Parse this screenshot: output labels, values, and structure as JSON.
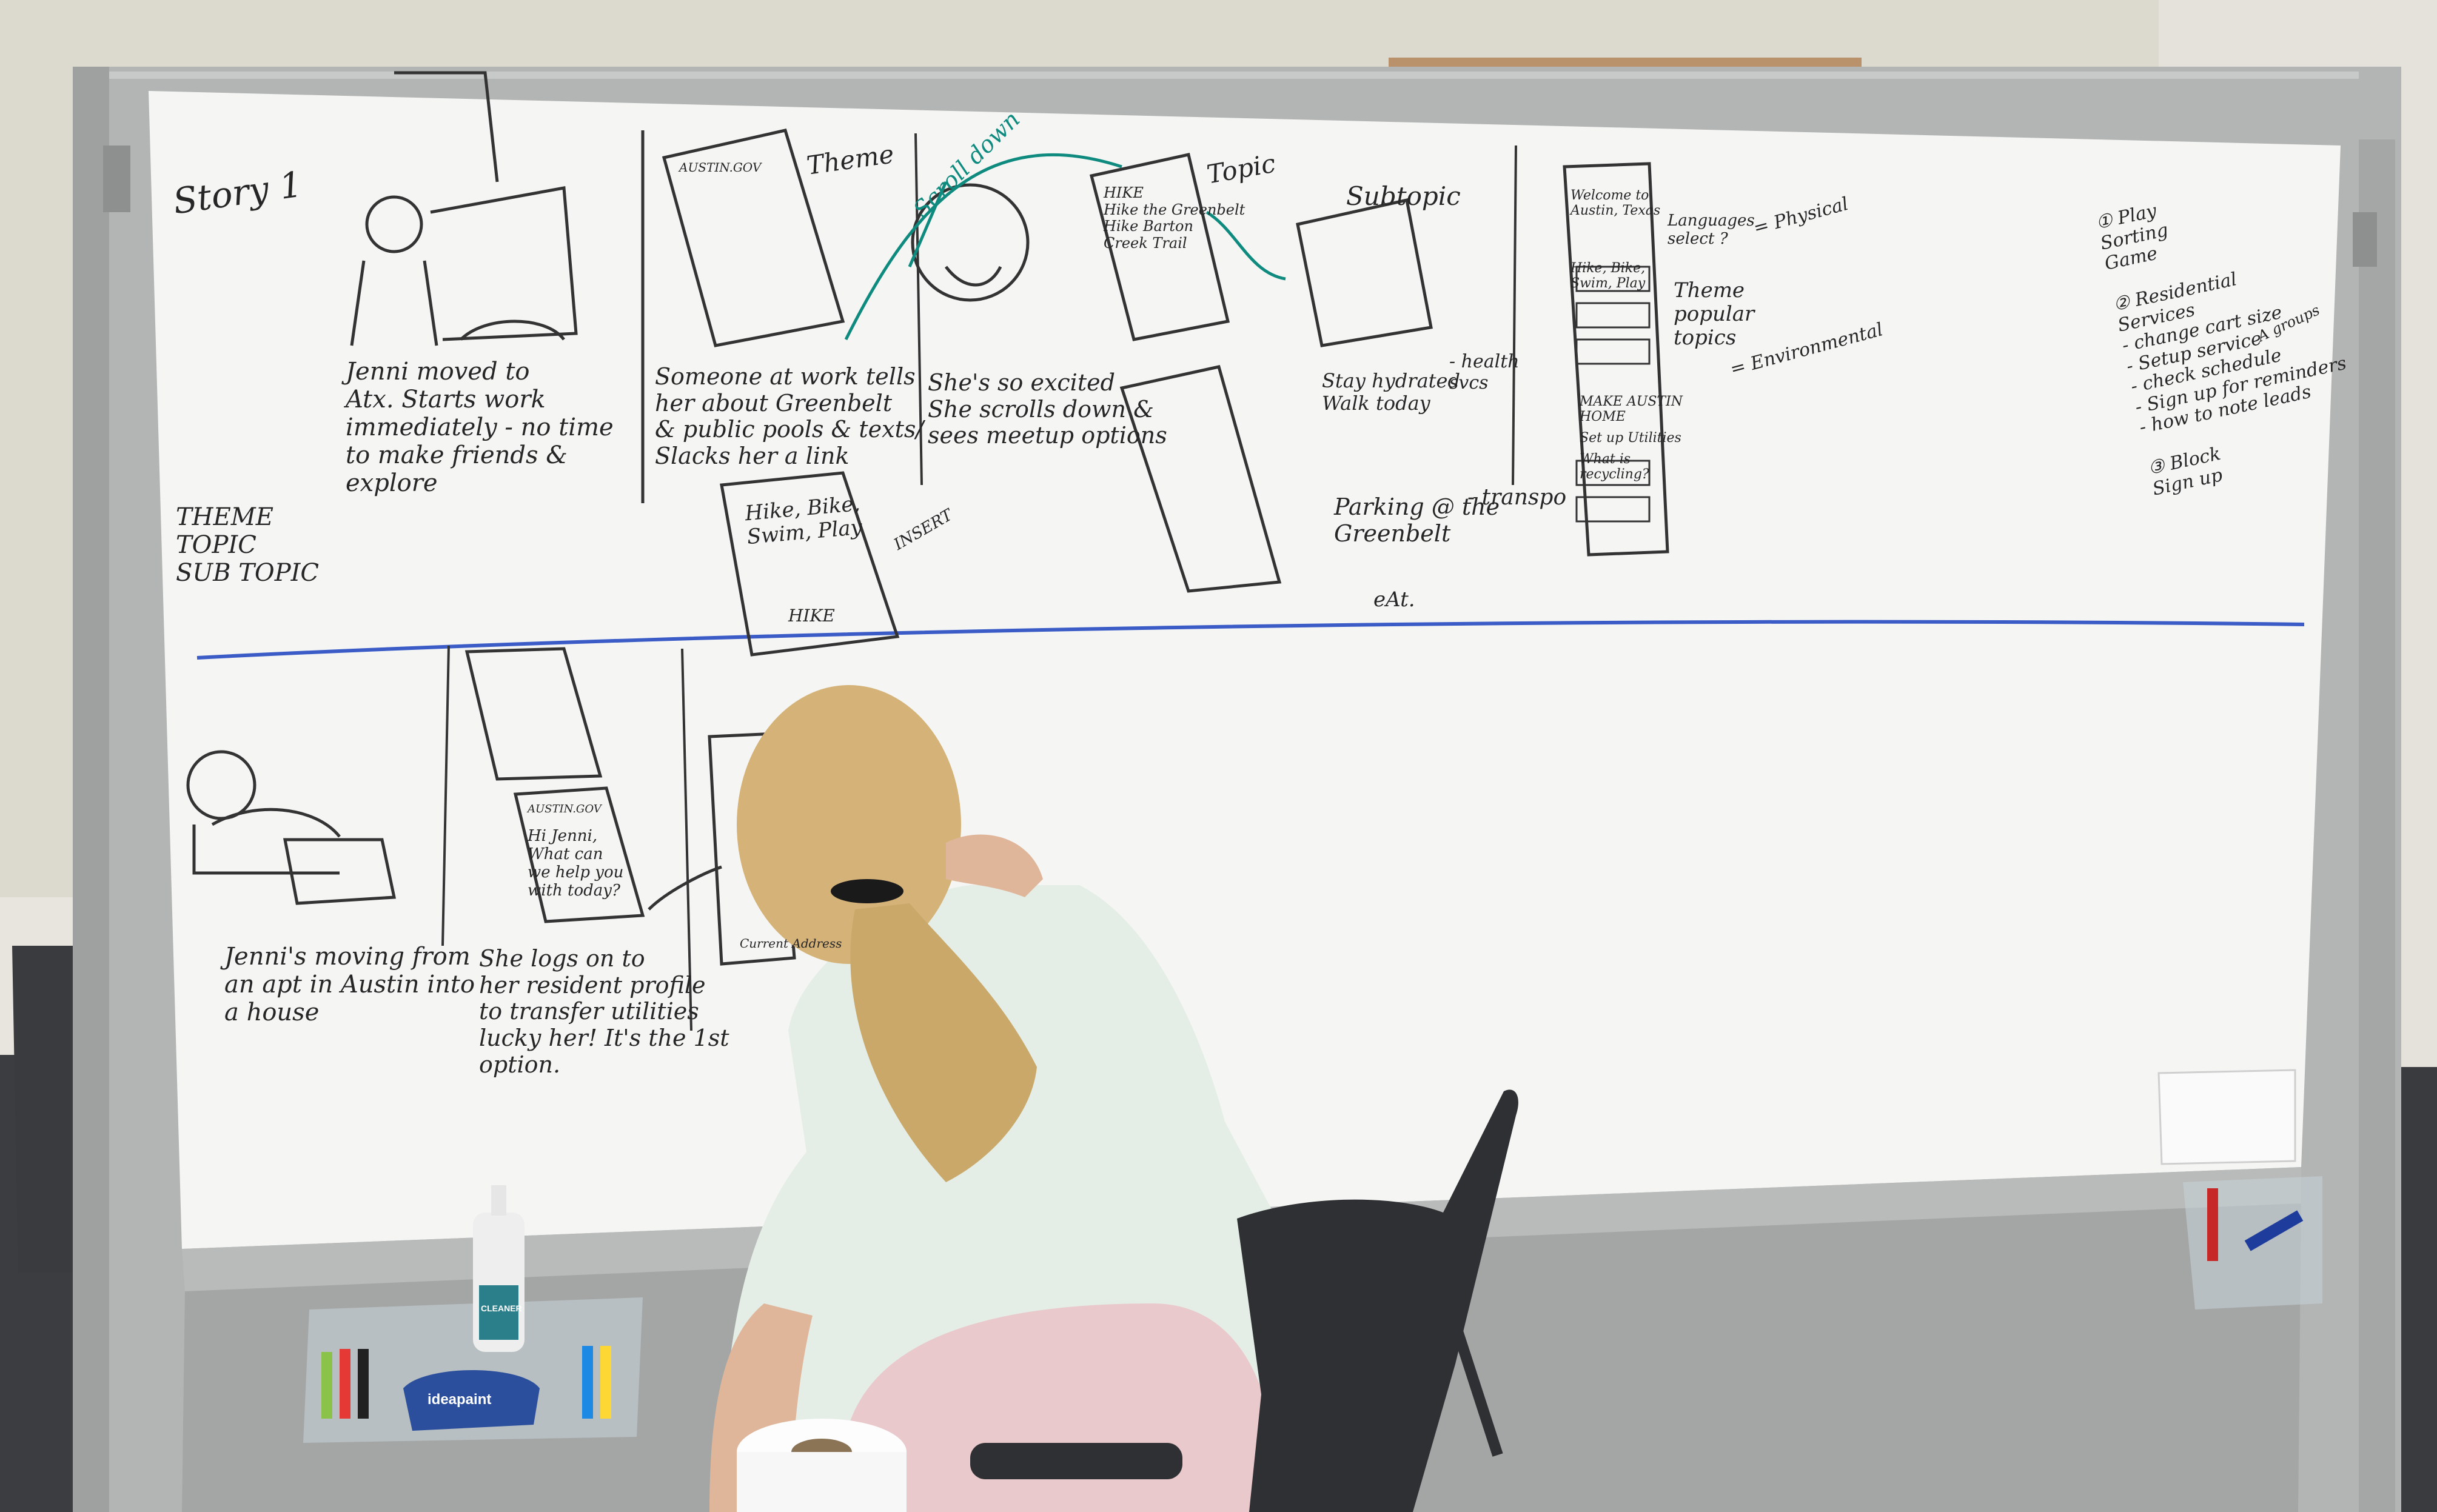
{
  "board_texts": {
    "story_title": "Story 1",
    "panel1_caption": "Jenni moved to\nAtx. Starts work\nimmediately - no time\nto make friends &\nexplore",
    "theme_label": "Theme",
    "scroll_down_label": "Scroll down",
    "topic_label": "Topic",
    "subtopic_label": "Subtopic",
    "panel2_caption": "Someone at work tells\nher about Greenbelt\n& public pools & texts/\nSlacks her a link",
    "panel3_caption": "She's so excited\nShe scrolls down &\nsees meetup options",
    "hike_card_text": "Hike, Bike,\nSwim, Play",
    "hike_footer": "HIKE",
    "insert_note": "INSERT",
    "phone_header": "AUSTIN.GOV",
    "phone_hike_list": "HIKE\nHike the Greenbelt\nHike Barton\nCreek Trail",
    "stay_hydrated": "Stay hydrated\nWalk today",
    "health_note": "- health\nsvcs",
    "parking_note": "Parking @ the\nGreenbelt",
    "transpo_note": "- transpo",
    "eat_note": "eAt.",
    "tall_welcome": "Welcome to\nAustin, Texas",
    "tall_hike": "Hike, Bike,\nSwim, Play",
    "tall_make_home": "MAKE AUSTIN\nHOME",
    "tall_setup": "Set up Utilities",
    "tall_recycle": "What is\nrecycling?",
    "languages_note": "Languages\nselect ?",
    "physical_note": "= Physical",
    "theme_popular": "Theme\npopular\ntopics",
    "environmental_note": "= Environmental",
    "hierarchy_labels": "THEME\nTOPIC\nSUB TOPIC",
    "right_list": "① Play\n   Sorting\n   Game\n\n② Residential\n   Services\n   - change cart size\n   - Setup service\n   - check schedule\n   - Sign up for reminders\n   - how to note leads\n\n③ Block\n   Sign up",
    "a_groups": "A groups",
    "bottom_caption1": "Jenni's moving from\nan apt in Austin into\na house",
    "bottom_caption2": "She logs on to\nher resident profile\nto transfer utilities\nlucky her! It's the 1st\noption.",
    "bottom_phone_greeting": "Hi Jenni,\nWhat can\nwe help you\nwith today?",
    "bottom_phone_header": "AUSTIN.GOV",
    "current_address": "Current Address",
    "cleaner_label": "CLEANER",
    "eraser_brand": "ideapaint"
  },
  "palette": {
    "wall": "#d9d6cc",
    "board": "#f5f6f4",
    "frame": "#a9abaa",
    "marker_black": "#262626",
    "marker_blue": "#1f3f7a",
    "marker_teal": "#0f8a7e"
  }
}
